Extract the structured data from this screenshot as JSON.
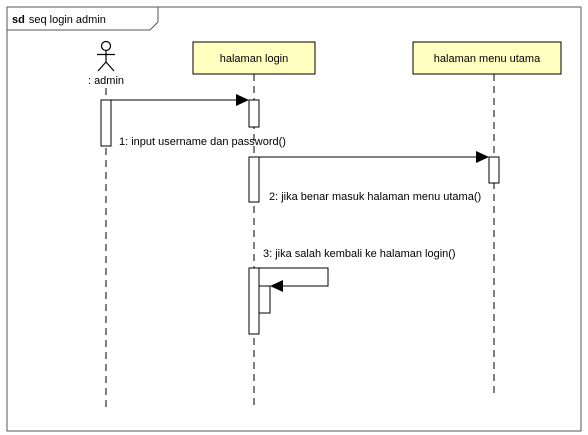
{
  "frame": {
    "keyword": "sd",
    "name": "seq login admin"
  },
  "actor": {
    "label": ": admin"
  },
  "lifelines": [
    {
      "title": "halaman login"
    },
    {
      "title": "halaman menu utama"
    }
  ],
  "messages": [
    {
      "label": "1: input username dan password()"
    },
    {
      "label": "2: jika benar masuk halaman menu utama()"
    },
    {
      "label": "3: jika salah kembali ke halaman login()"
    }
  ],
  "colors": {
    "lifeline_fill": "#ffffc0",
    "lifeline_border": "#000000",
    "line": "#000000",
    "frame_border": "#555555"
  }
}
